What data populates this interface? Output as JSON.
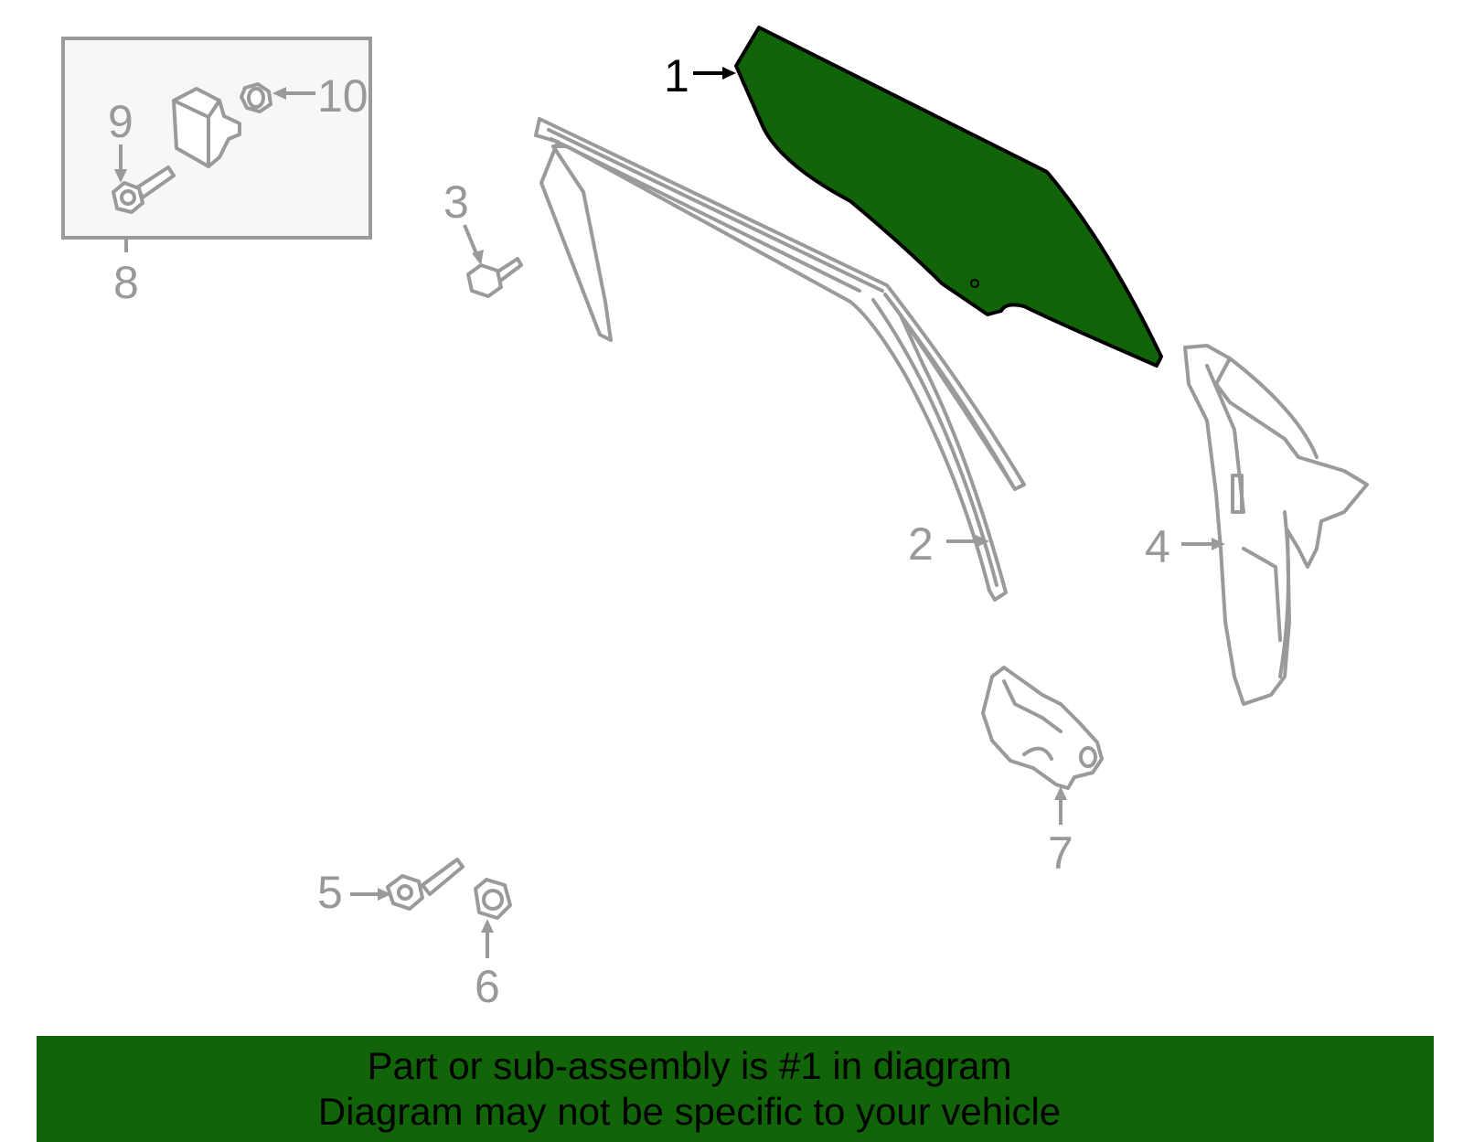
{
  "callouts": {
    "c1": "1",
    "c2": "2",
    "c3": "3",
    "c4": "4",
    "c5": "5",
    "c6": "6",
    "c7": "7",
    "c8": "8",
    "c9": "9",
    "c10": "10"
  },
  "highlighted_part": "1",
  "colors": {
    "highlight": "#116407",
    "banner": "#116407",
    "part_outline": "#9a9a9a"
  },
  "banner": {
    "line1": "Part or sub-assembly is #1 in diagram",
    "line2": "Diagram may not be specific to your vehicle"
  }
}
